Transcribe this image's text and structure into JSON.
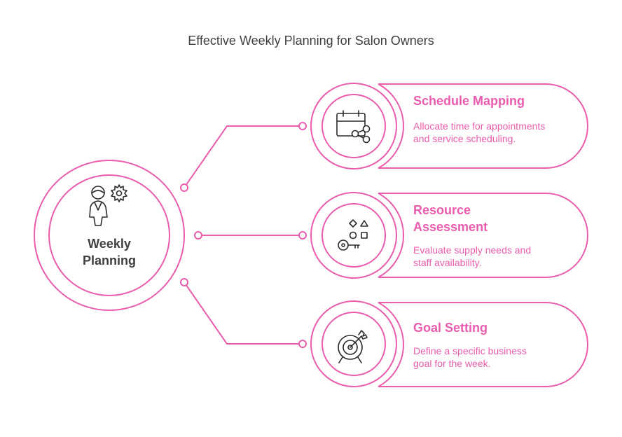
{
  "title": "Effective Weekly Planning for Salon Owners",
  "center": {
    "label": "Weekly Planning",
    "icon": "person-gear-icon"
  },
  "colors": {
    "accent": "#ea5cad",
    "text": "#3f3f3f",
    "icon": "#2b2b2b"
  },
  "steps": [
    {
      "title": "Schedule Mapping",
      "description": "Allocate time for appointments and service scheduling.",
      "icon": "calendar-share-icon"
    },
    {
      "title": "Resource Assessment",
      "description": "Evaluate supply needs and staff availability.",
      "icon": "key-shapes-icon"
    },
    {
      "title": "Goal Setting",
      "description": "Define a specific business goal for the week.",
      "icon": "target-arrow-icon"
    }
  ]
}
